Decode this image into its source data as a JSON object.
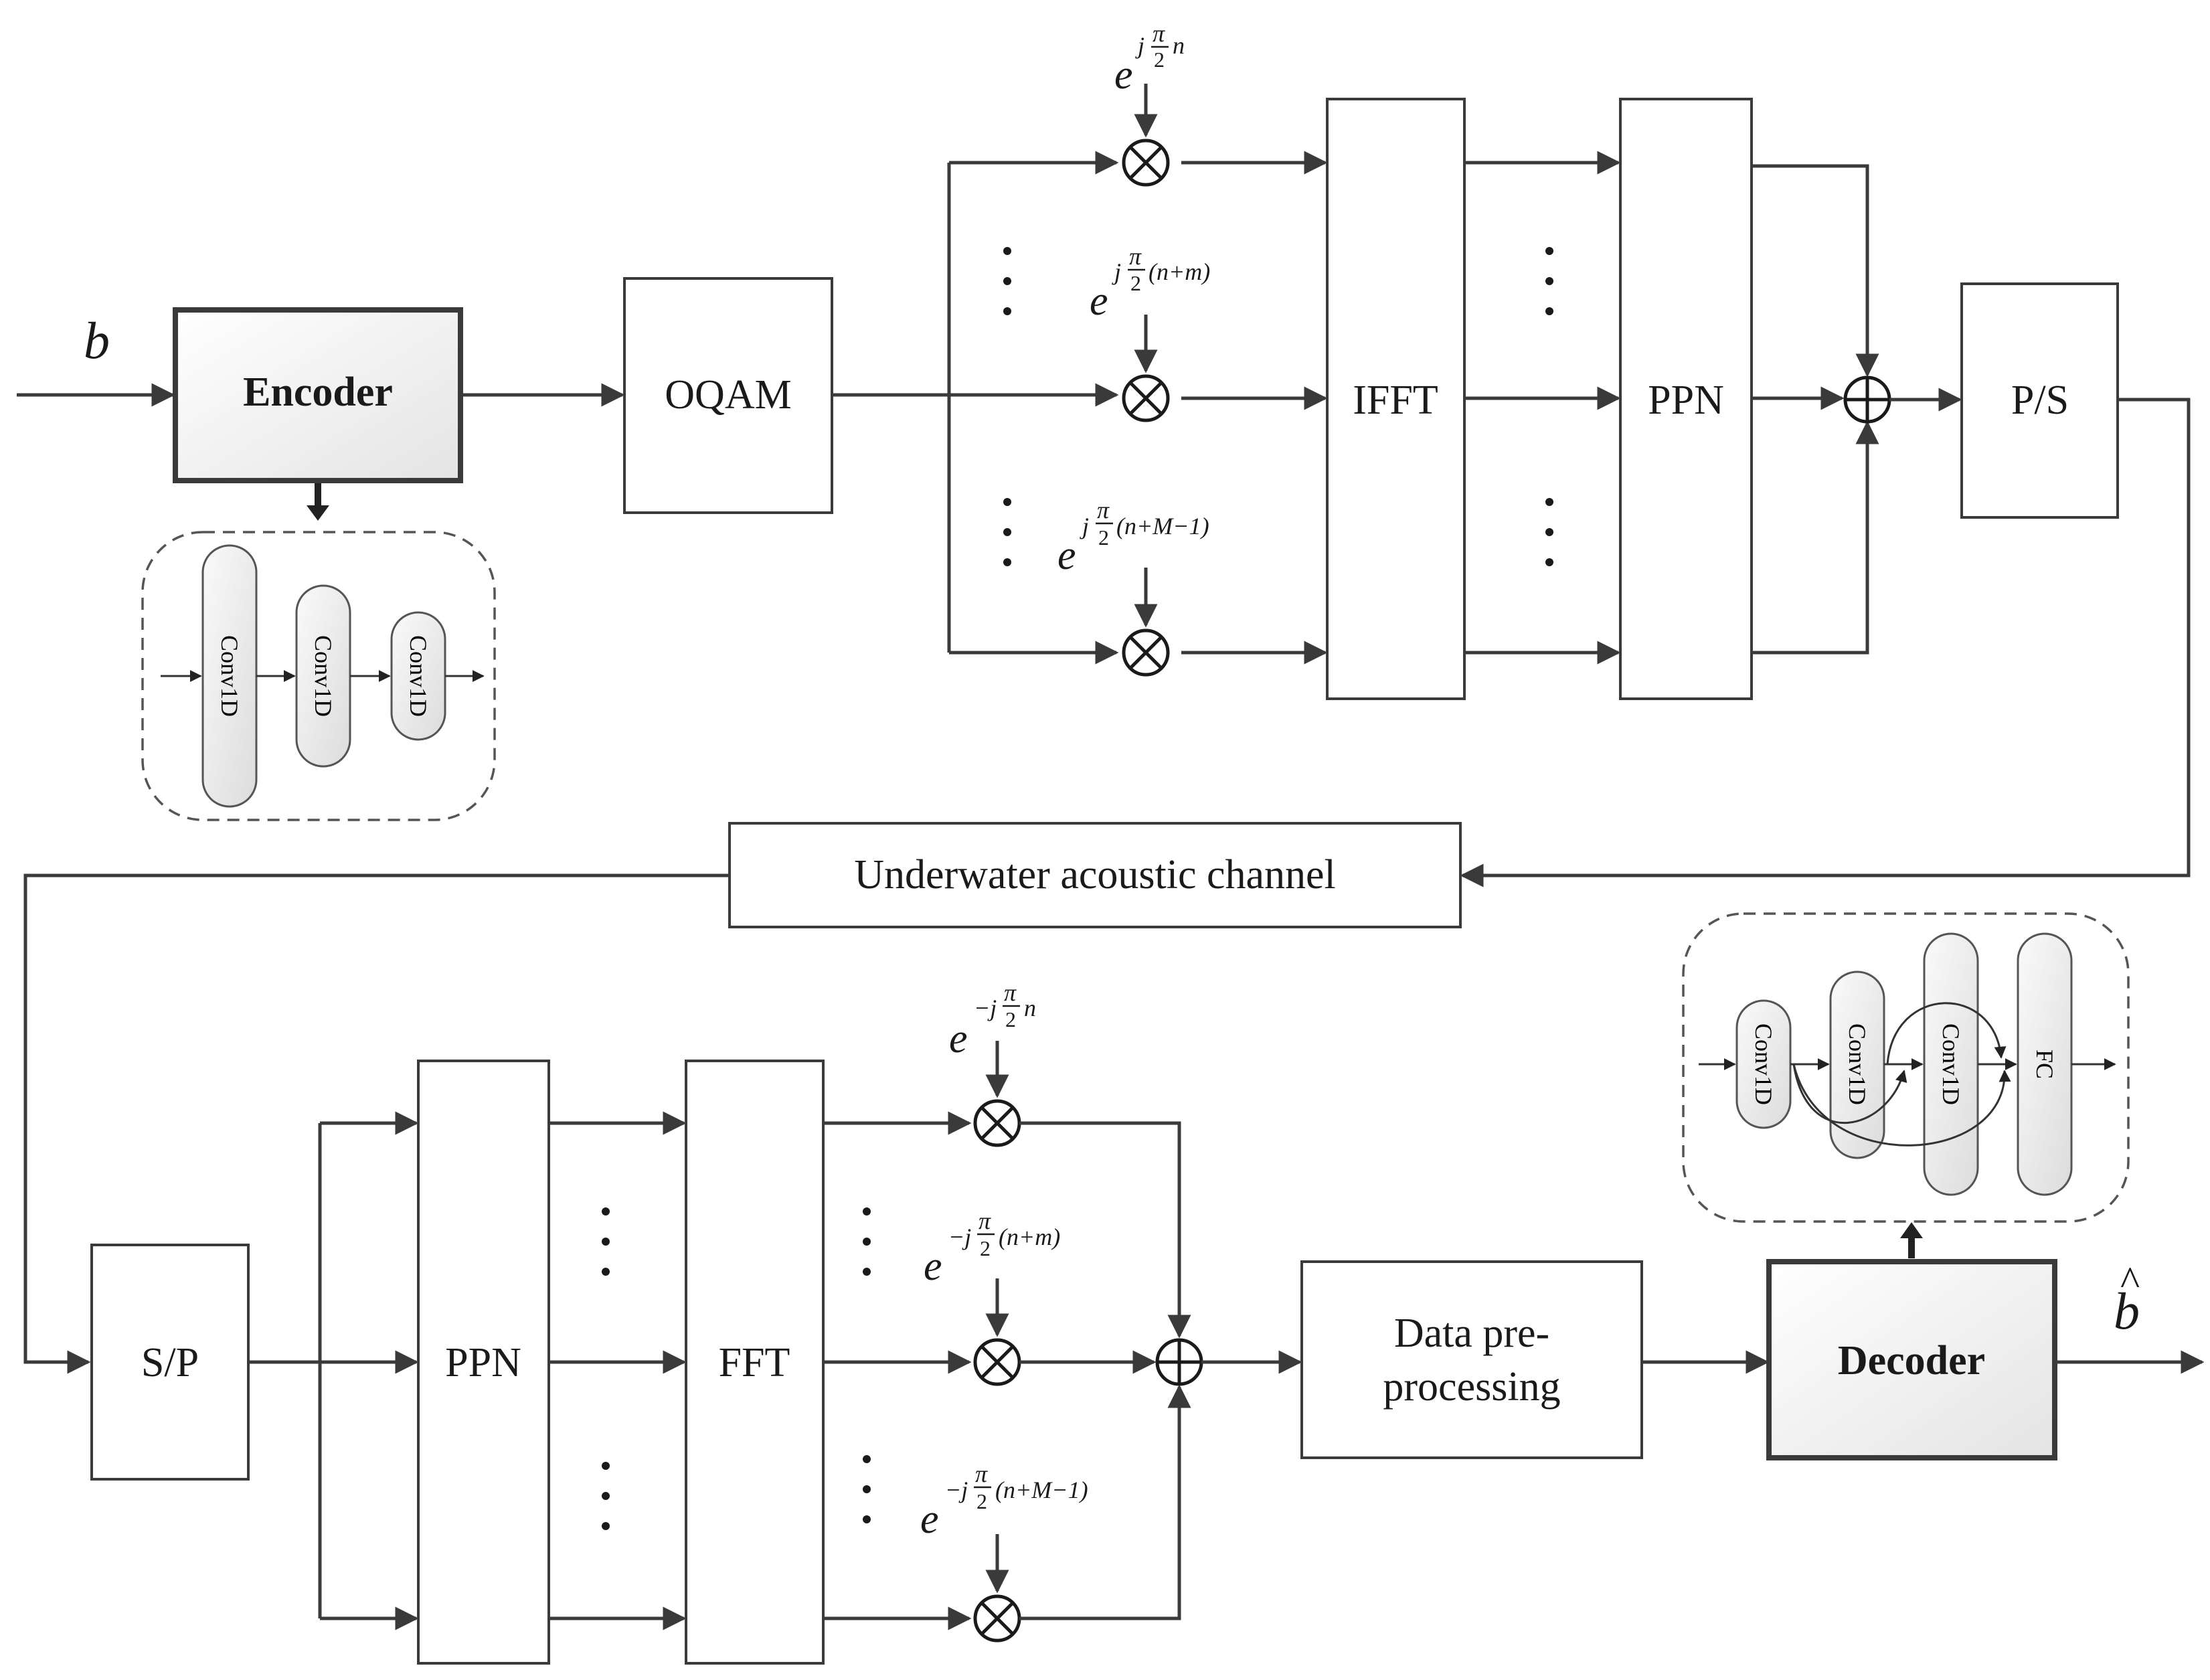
{
  "labels": {
    "input_b": "b",
    "output_b_hat": "b",
    "output_b_hat_accent": "^",
    "encoder": "Encoder",
    "oqam": "OQAM",
    "ifft": "IFFT",
    "ppn_tx": "PPN",
    "ps": "P/S",
    "channel": "Underwater acoustic channel",
    "sp": "S/P",
    "ppn_rx": "PPN",
    "fft": "FFT",
    "data_pre_1": "Data pre-",
    "data_pre_2": "processing",
    "decoder": "Decoder"
  },
  "encoder_layers": [
    "Conv1D",
    "Conv1D",
    "Conv1D"
  ],
  "decoder_layers": [
    "Conv1D",
    "Conv1D",
    "Conv1D",
    "FC"
  ],
  "tx_phases": [
    {
      "base": "e",
      "sup_prefix": "j",
      "sup_num": "π",
      "sup_den": "2",
      "sup_suffix": "n"
    },
    {
      "base": "e",
      "sup_prefix": "j",
      "sup_num": "π",
      "sup_den": "2",
      "sup_suffix": "(n+m)"
    },
    {
      "base": "e",
      "sup_prefix": "j",
      "sup_num": "π",
      "sup_den": "2",
      "sup_suffix": "(n+M−1)"
    }
  ],
  "rx_phases": [
    {
      "base": "e",
      "sup_prefix": "−j",
      "sup_num": "π",
      "sup_den": "2",
      "sup_suffix": "n"
    },
    {
      "base": "e",
      "sup_prefix": "−j",
      "sup_num": "π",
      "sup_den": "2",
      "sup_suffix": "(n+m)"
    },
    {
      "base": "e",
      "sup_prefix": "−j",
      "sup_num": "π",
      "sup_den": "2",
      "sup_suffix": "(n+M−1)"
    }
  ],
  "symbols": {
    "multiply": "⊗",
    "add": "⊕",
    "ellipsis": "⋮"
  }
}
